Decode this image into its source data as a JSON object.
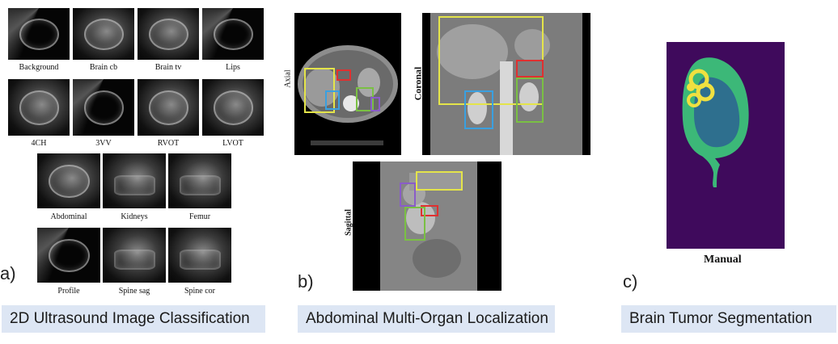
{
  "panel_a": {
    "letter": "a)",
    "caption": "2D Ultrasound Image Classification",
    "classes": [
      "Background",
      "Brain cb",
      "Brain tv",
      "Lips",
      "4CH",
      "3VV",
      "RVOT",
      "LVOT",
      "Abdominal",
      "Kidneys",
      "Femur",
      "Profile",
      "Spine sag",
      "Spine cor"
    ]
  },
  "panel_b": {
    "letter": "b)",
    "caption": "Abdominal Multi-Organ Localization",
    "views": {
      "axial": "Axial",
      "coronal": "Coronal",
      "sagittal": "Sagittal"
    },
    "box_colors": {
      "liver": "#e4e44a",
      "kidney": "#3aa0e0",
      "spleen": "#7ac043",
      "gallbladder": "#e03030",
      "stomach": "#8a5cc8"
    }
  },
  "panel_c": {
    "letter": "c)",
    "caption": "Brain Tumor Segmentation",
    "label": "Manual",
    "colors": {
      "background": "#3f0a5c",
      "edema": "#3cb878",
      "core": "#2e6f8e",
      "enhancing": "#f0e040"
    }
  }
}
